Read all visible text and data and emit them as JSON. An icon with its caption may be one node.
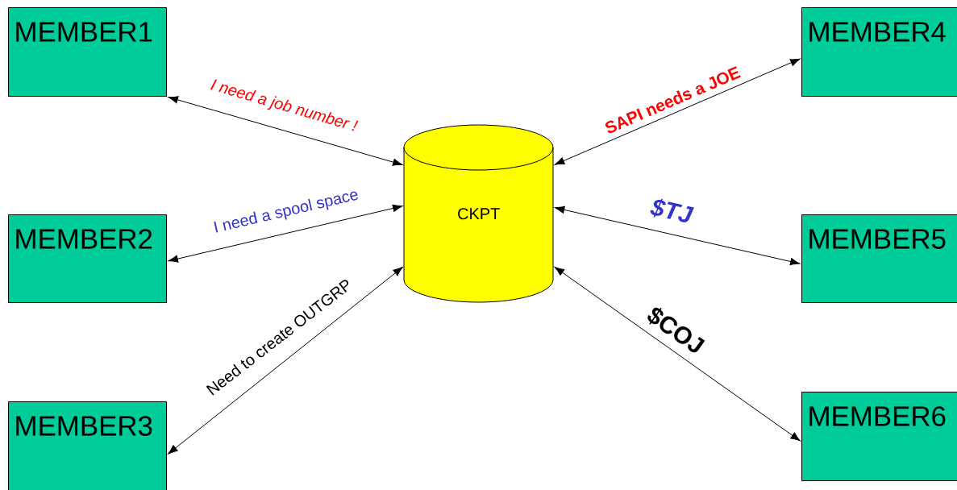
{
  "diagram": {
    "nodes": [
      {
        "text": [
          "MEMBER1"
        ]
      },
      {
        "text": [
          "MEMBER2"
        ]
      },
      {
        "text": [
          "MEMBER3"
        ]
      },
      {
        "text": [
          "CKPT"
        ]
      },
      {
        "text": [
          "MEMBER4"
        ]
      },
      {
        "text": [
          "MEMBER5"
        ]
      },
      {
        "text": [
          "MEMBER6"
        ]
      }
    ],
    "edges": [
      {
        "from": 0,
        "to": 3,
        "arrow": "both",
        "label": "I need a job number !"
      },
      {
        "from": 1,
        "to": 3,
        "arrow": "both",
        "label": "I need a spool space"
      },
      {
        "from": 2,
        "to": 3,
        "arrow": "both",
        "label": "Need to create OUTGRP"
      },
      {
        "from": 3,
        "to": 4,
        "arrow": "both",
        "label": "SAPI needs a JOE"
      },
      {
        "from": 3,
        "to": 5,
        "arrow": "both",
        "label": "$TJ"
      },
      {
        "from": 3,
        "to": 6,
        "arrow": "both",
        "label": "$COJ"
      }
    ]
  }
}
